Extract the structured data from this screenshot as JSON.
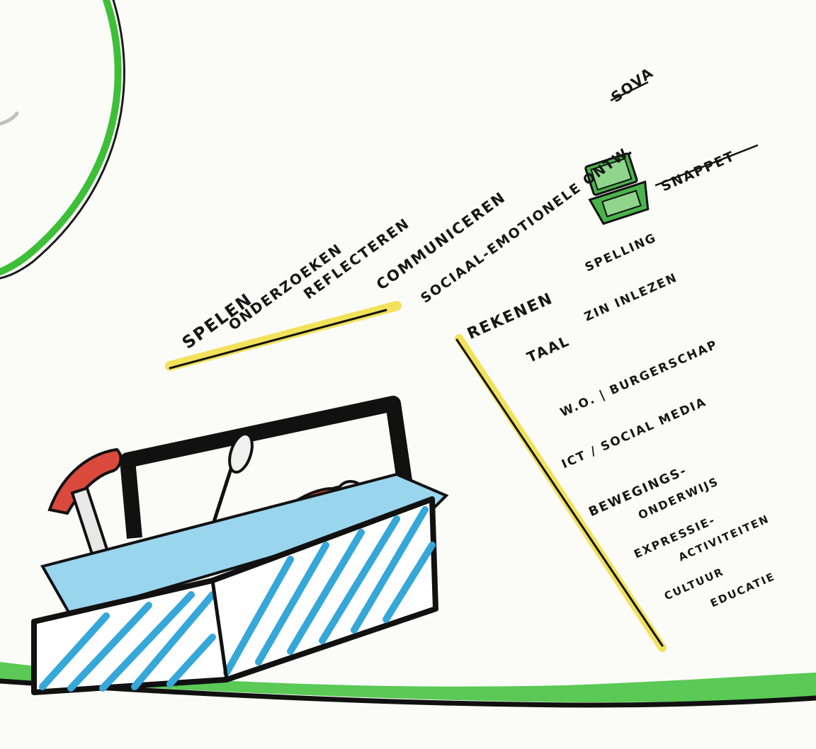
{
  "colors": {
    "accent_green": "#3dbf38",
    "highlight_yellow": "#f2e25a",
    "toolbox_blue": "#35a7d8",
    "ink": "#161616"
  },
  "fan_labels": [
    "SPELEN",
    "ONDERZOEKEN",
    "REFLECTEREN",
    "COMMUNICEREN",
    "SOCIAAL-EMOTIONELE ONTW.",
    "SOVA"
  ],
  "laptop_label": "SNAPPET",
  "subjects": {
    "rekenen": "REKENEN",
    "taal": "TAAL",
    "taal_branch_1": "SPELLING",
    "taal_branch_2": "ZIN INLEZEN",
    "wo": "W.O. | BURGERSCHAP",
    "ict": "ICT / SOCIAL MEDIA",
    "beweging_1": "BEWEGINGS-",
    "beweging_2": "ONDERWIJS",
    "expressie_1": "EXPRESSIE-",
    "expressie_2": "ACTIVITEITEN",
    "cultuur_1": "CULTUUR",
    "cultuur_2": "EDUCATIE"
  },
  "icons": [
    "toolbox-icon",
    "laptop-icon",
    "hammer-icon",
    "screwdriver-icon",
    "wrench-icon"
  ]
}
